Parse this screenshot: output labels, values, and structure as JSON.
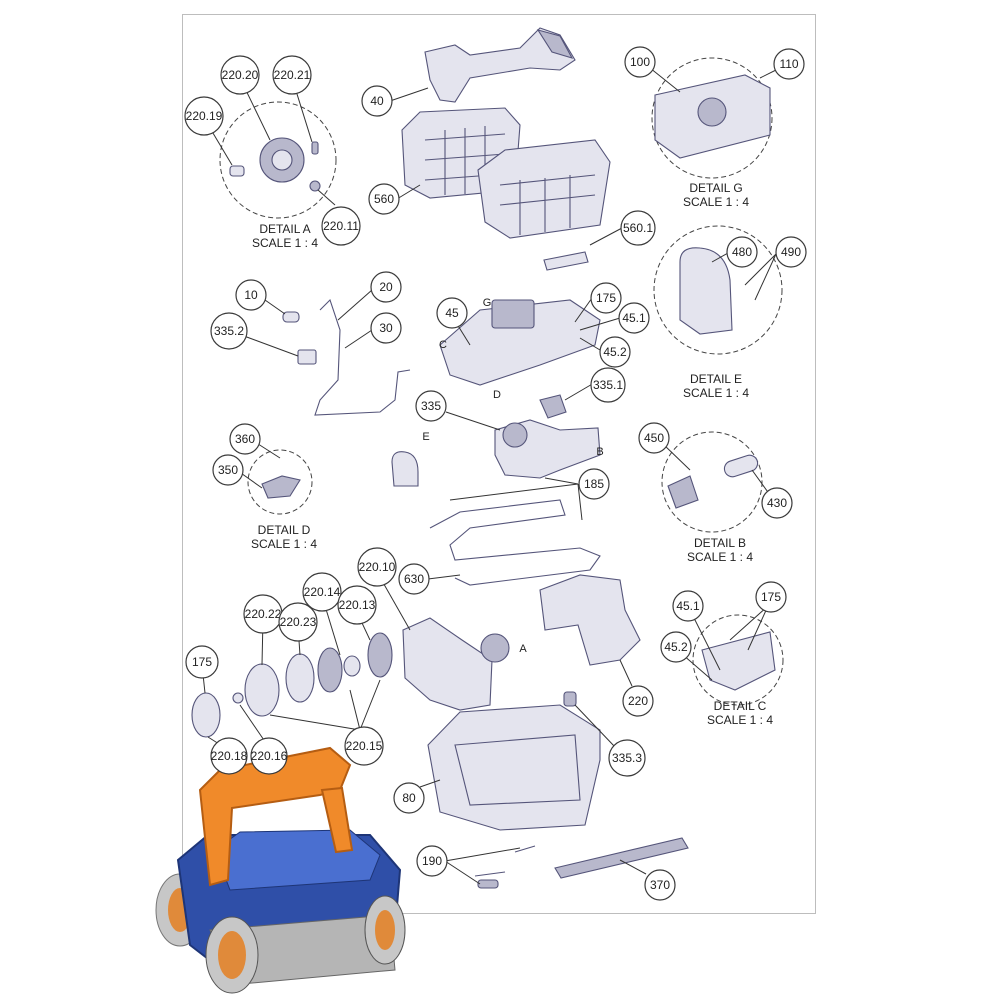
{
  "callouts": [
    "40",
    "560",
    "560.1",
    "100",
    "110",
    "220.20",
    "220.21",
    "220.19",
    "220.11",
    "10",
    "20",
    "30",
    "335.2",
    "45",
    "175",
    "45.1",
    "45.2",
    "335.1",
    "335",
    "480",
    "490",
    "360",
    "350",
    "185",
    "450",
    "430",
    "630",
    "220.10",
    "220.14",
    "220.13",
    "220.22",
    "220.23",
    "175",
    "220.18",
    "220.16",
    "220.15",
    "220",
    "45.1",
    "175",
    "45.2",
    "335.3",
    "80",
    "190",
    "370"
  ],
  "details": [
    {
      "title": "DETAIL A",
      "scale": "SCALE 1 : 4"
    },
    {
      "title": "DETAIL G",
      "scale": "SCALE 1 : 4"
    },
    {
      "title": "DETAIL E",
      "scale": "SCALE 1 : 4"
    },
    {
      "title": "DETAIL D",
      "scale": "SCALE 1 : 4"
    },
    {
      "title": "DETAIL B",
      "scale": "SCALE 1 : 4"
    },
    {
      "title": "DETAIL C",
      "scale": "SCALE 1 : 4"
    }
  ],
  "letters": [
    "G",
    "C",
    "D",
    "E",
    "B",
    "A"
  ],
  "colors": {
    "body_blue": "#2f4fa8",
    "handle_orange": "#f08a2a",
    "part_fill": "#e4e4ee",
    "part_stroke": "#55557a"
  }
}
